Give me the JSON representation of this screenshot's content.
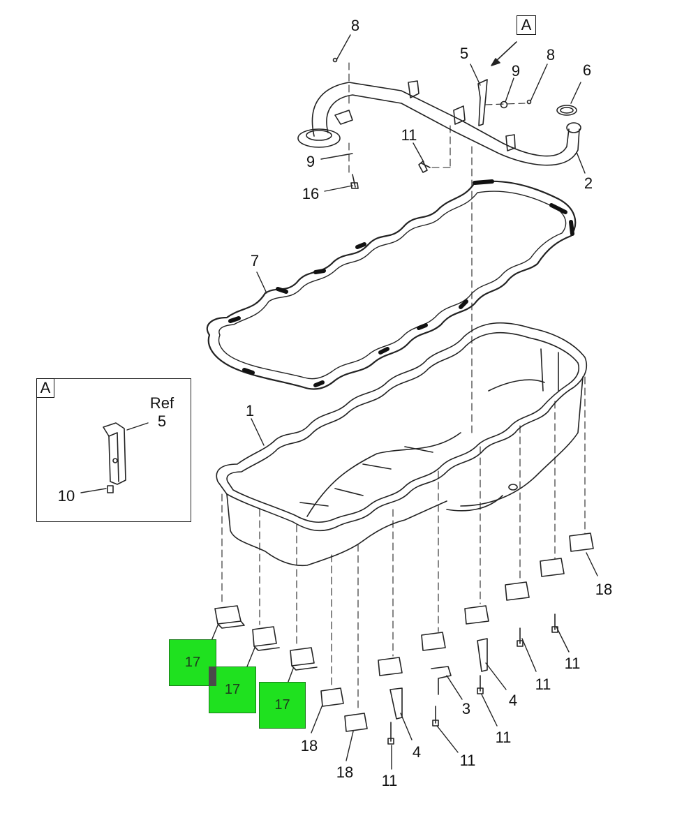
{
  "detail_view": {
    "letter": "A",
    "ref_text": "Ref",
    "part_5": "5",
    "part_10": "10"
  },
  "view_marker": {
    "letter": "A"
  },
  "callouts": {
    "c8a": "8",
    "c8b": "8",
    "c5": "5",
    "c9a": "9",
    "c6": "6",
    "c11top": "11",
    "c2": "2",
    "c9b": "9",
    "c16": "16",
    "c7": "7",
    "c1": "1",
    "c18r": "18",
    "c11r1": "11",
    "c11r2": "11",
    "c4r": "4",
    "c3": "3",
    "c11m1": "11",
    "c11m2": "11",
    "c4l": "4",
    "c11b": "11",
    "c18a": "18",
    "c18b": "18"
  },
  "highlighted_parts": [
    {
      "label": "17"
    },
    {
      "label": "17"
    },
    {
      "label": "17"
    }
  ],
  "colors": {
    "highlight": "#1fe11f",
    "line": "#222222",
    "gasket_dark": "#111111"
  }
}
